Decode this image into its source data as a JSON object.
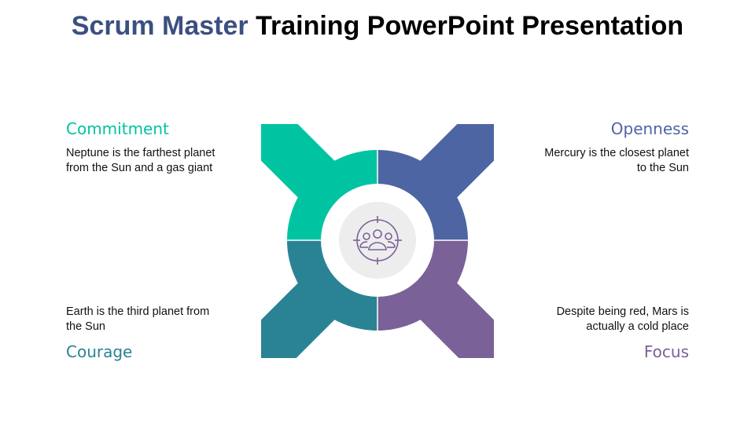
{
  "title": {
    "accent": "Scrum Master",
    "rest": "Training PowerPoint Presentation"
  },
  "colors": {
    "title_accent": "#3B5080",
    "commitment": "#00C4A1",
    "openness": "#4E65A3",
    "courage": "#2A8394",
    "focus": "#7A6197",
    "center": "#EDEDED",
    "icon": "#7A6197"
  },
  "center_icon": "team-target-icon",
  "items": [
    {
      "heading": "Commitment",
      "text": [
        "Neptune is the farthest planet",
        "from the Sun and a gas giant"
      ]
    },
    {
      "heading": "Openness",
      "text": [
        "Mercury is the closest planet",
        "to the Sun"
      ]
    },
    {
      "heading": "Courage",
      "text": [
        "Earth is the third planet from",
        "the Sun"
      ]
    },
    {
      "heading": "Focus",
      "text": [
        "Despite being red, Mars is",
        "actually a cold place"
      ]
    }
  ]
}
